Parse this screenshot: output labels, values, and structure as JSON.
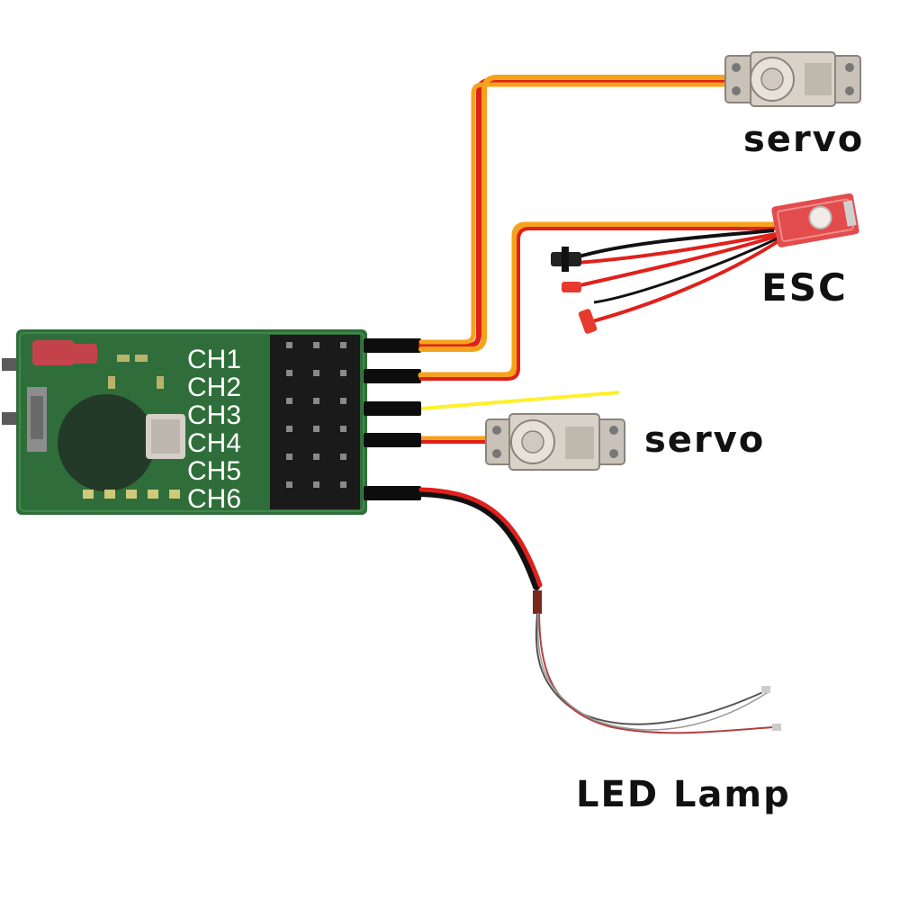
{
  "receiver": {
    "channels": [
      "CH1",
      "CH2",
      "CH3",
      "CH4",
      "CH5",
      "CH6"
    ]
  },
  "labels": {
    "servo_top": "servo",
    "esc": "ESC",
    "servo_mid": "servo",
    "led": "LED Lamp"
  },
  "colors": {
    "pcb": "#2f6e3a",
    "pin": "#1a1a1a",
    "signal_orange": "#f7a21b",
    "power_red": "#e0201b",
    "ground_black": "#111111",
    "unused_yellow": "#fff02a",
    "servo_body": "#c9c2b8"
  }
}
